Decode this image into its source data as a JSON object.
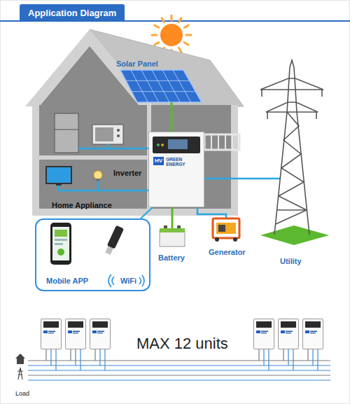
{
  "diagram": {
    "title": "Application Diagram",
    "nodes": [
      {
        "text": [
          "HV",
          "GREEN ENERGY"
        ]
      },
      {
        "text": [
          "Mobile APP",
          "WiFi"
        ]
      }
    ],
    "edges": [
      {
        "from": 0,
        "to": 1,
        "arrow": "none"
      }
    ],
    "labels": [
      "Solar Panel",
      "Inverter",
      "Home Appliance",
      "Battery",
      "Generator",
      "Utility",
      "MAX 12 units",
      "Load"
    ]
  }
}
